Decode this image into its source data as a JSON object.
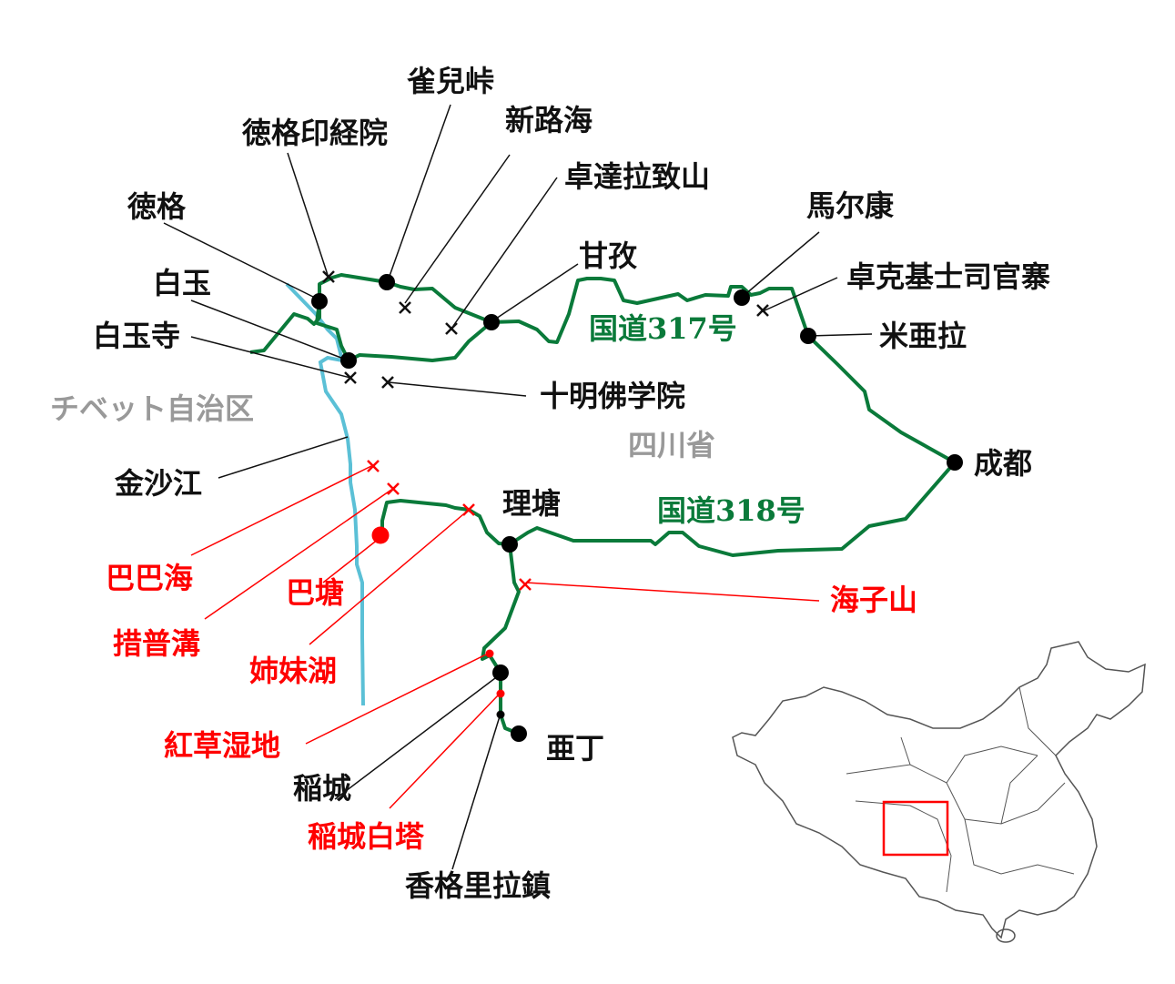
{
  "title": "川西ルート地図",
  "colors": {
    "route": "#0a7a3a",
    "river": "#5bc0d6",
    "highlight": "#ff0000",
    "region": "#999999"
  },
  "regions": {
    "tibet": "チベット自治区",
    "sichuan": "四川省"
  },
  "roads": {
    "g317": "国道317号",
    "g318": "国道318号"
  },
  "river": "金沙江",
  "places": {
    "queerxia": "雀兒峠",
    "xinluhai": "新路海",
    "degeyinjing": "徳格印経院",
    "zhuodala": "卓達拉致山",
    "dege": "徳格",
    "maerkang": "馬尔康",
    "ganzi": "甘孜",
    "zhuoke": "卓克基士司官寨",
    "baiyu": "白玉",
    "baiyusi": "白玉寺",
    "miyala": "米亜拉",
    "shiming": "十明佛学院",
    "chengdu": "成都",
    "litang": "理塘",
    "haizishan": "海子山",
    "daocheng": "稲城",
    "yading": "亜丁",
    "xianggelila": "香格里拉鎮"
  },
  "highlights": {
    "babahai": "巴巴海",
    "batang": "巴塘",
    "cuopugou": "措普溝",
    "zimeihu": "姉妹湖",
    "hongcao": "紅草湿地",
    "daochengbaita": "稲城白塔"
  },
  "inset": {
    "name": "china-locator-map"
  }
}
